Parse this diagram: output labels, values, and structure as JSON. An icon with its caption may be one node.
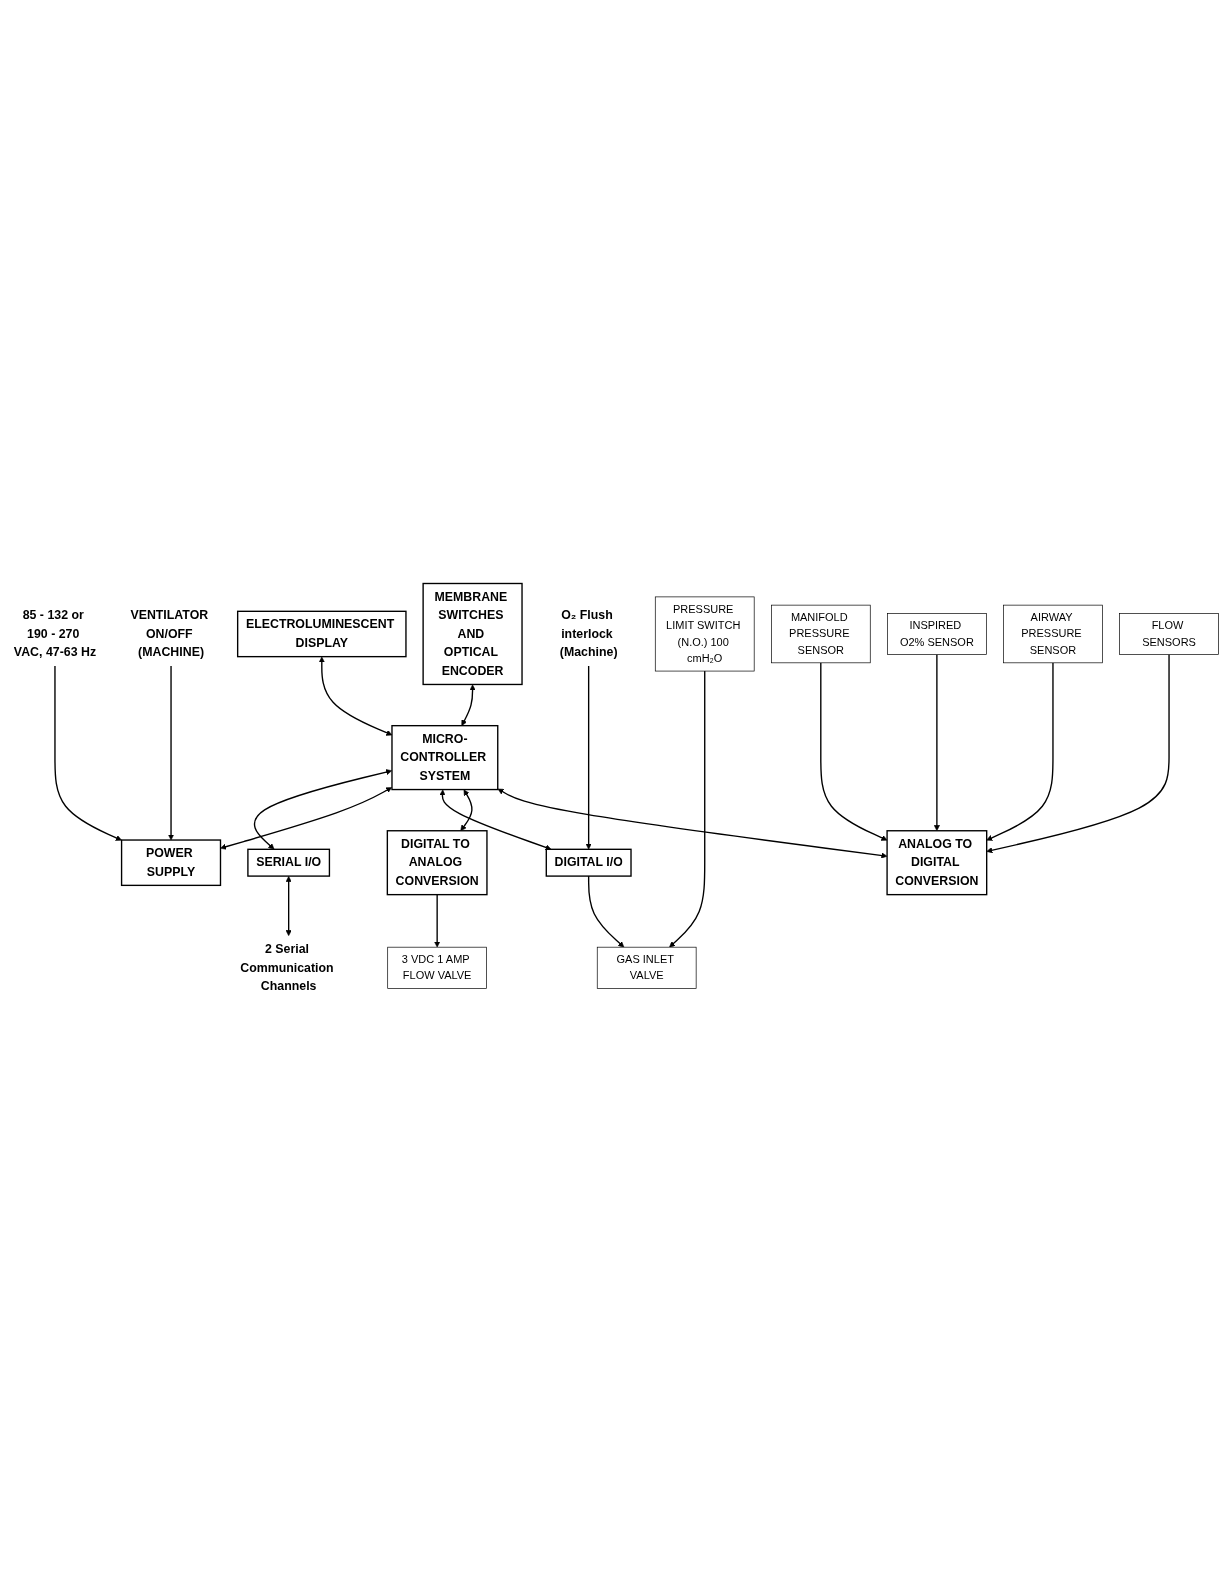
{
  "diagram": {
    "nodes": [
      {
        "text": [
          "MICRO-CONTROLLER SYSTEM"
        ]
      },
      {
        "text": [
          "ELECTROLUMINESCENT DISPLAY"
        ]
      },
      {
        "text": [
          "MEMBRANE SWITCHES AND OPTICAL ENCODER"
        ]
      },
      {
        "text": [
          "SERIAL I/O"
        ]
      },
      {
        "text": [
          "POWER SUPPLY"
        ]
      },
      {
        "text": [
          "2 Serial Communication Channels"
        ]
      },
      {
        "text": [
          "85 - 132 or 190 - 270 VAC, 47-63 Hz"
        ]
      },
      {
        "text": [
          "VENTILATOR ON/OFF (MACHINE)"
        ]
      },
      {
        "text": [
          "O₂ Flush interlock (Machine)"
        ]
      },
      {
        "text": [
          "DIGITAL I/O"
        ]
      },
      {
        "text": [
          "DIGITAL TO ANALOG CONVERSION"
        ]
      },
      {
        "text": [
          "ANALOG TO DIGITAL CONVERSION"
        ]
      },
      {
        "text": [
          "GAS INLET VALVE"
        ]
      },
      {
        "text": [
          "3 VDC 1 AMP FLOW VALVE"
        ]
      },
      {
        "text": [
          "MANIFOLD PRESSURE SENSOR"
        ]
      },
      {
        "text": [
          "PRESSURE LIMIT SWITCH (N.O.) 100 cmH₂O"
        ]
      },
      {
        "text": [
          "INSPIRED O2% SENSOR"
        ]
      },
      {
        "text": [
          "AIRWAY PRESSURE SENSOR"
        ]
      },
      {
        "text": [
          "FLOW SENSORS"
        ]
      }
    ],
    "edges": [
      {
        "from": 1,
        "to": 0,
        "arrow": "both"
      },
      {
        "from": 2,
        "to": 0,
        "arrow": "both"
      },
      {
        "from": 0,
        "to": 3,
        "arrow": "both"
      },
      {
        "from": 3,
        "to": 5,
        "arrow": "both"
      },
      {
        "from": 0,
        "to": 4,
        "arrow": "both"
      },
      {
        "from": 6,
        "to": 4,
        "arrow": "to"
      },
      {
        "from": 7,
        "to": 4,
        "arrow": "to"
      },
      {
        "from": 0,
        "to": 9,
        "arrow": "both"
      },
      {
        "from": 0,
        "to": 10,
        "arrow": "both"
      },
      {
        "from": 0,
        "to": 11,
        "arrow": "both"
      },
      {
        "from": 8,
        "to": 9,
        "arrow": "to"
      },
      {
        "from": 9,
        "to": 12,
        "arrow": "to"
      },
      {
        "from": 10,
        "to": 13,
        "arrow": "to"
      },
      {
        "from": 14,
        "to": 11,
        "arrow": "to"
      },
      {
        "from": 15,
        "to": 12,
        "arrow": "to"
      },
      {
        "from": 16,
        "to": 11,
        "arrow": "to"
      },
      {
        "from": 17,
        "to": 11,
        "arrow": "to"
      },
      {
        "from": 18,
        "to": 11,
        "arrow": "to"
      }
    ]
  }
}
